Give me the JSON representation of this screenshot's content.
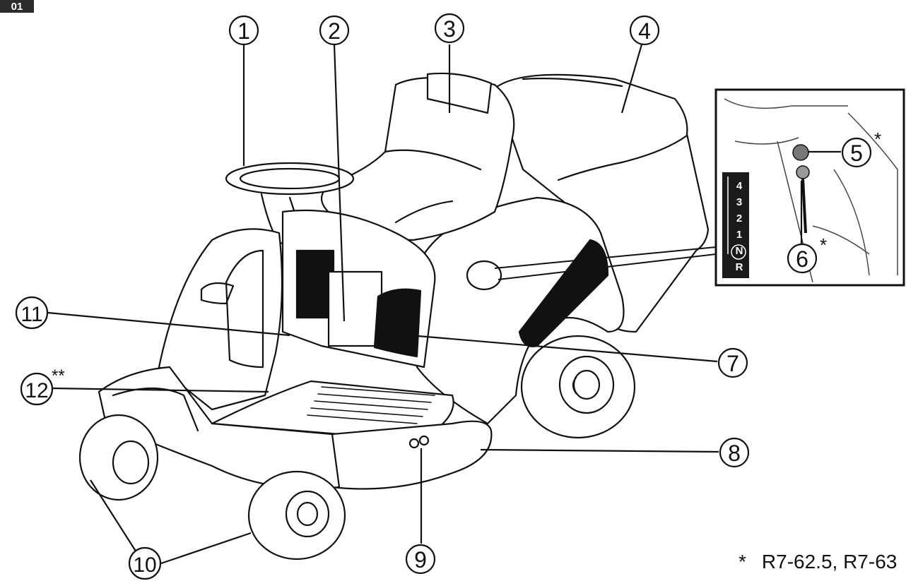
{
  "page_tag": "01",
  "callouts": [
    {
      "id": "1",
      "label": "1"
    },
    {
      "id": "2",
      "label": "2"
    },
    {
      "id": "3",
      "label": "3"
    },
    {
      "id": "4",
      "label": "4"
    },
    {
      "id": "5",
      "label": "5",
      "suffix": "*"
    },
    {
      "id": "6",
      "label": "6",
      "suffix": "*"
    },
    {
      "id": "7",
      "label": "7"
    },
    {
      "id": "8",
      "label": "8"
    },
    {
      "id": "9",
      "label": "9"
    },
    {
      "id": "10",
      "label": "10"
    },
    {
      "id": "11",
      "label": "11"
    },
    {
      "id": "12",
      "label": "12",
      "suffix": "**"
    }
  ],
  "gear_scale": [
    "4",
    "3",
    "2",
    "1",
    "N",
    "R"
  ],
  "footnote": {
    "marker": "*",
    "text": "R7-62.5, R7-63"
  },
  "colors": {
    "line": "#111111",
    "paper": "#ffffff",
    "gear_panel": "#1a1a1a"
  }
}
